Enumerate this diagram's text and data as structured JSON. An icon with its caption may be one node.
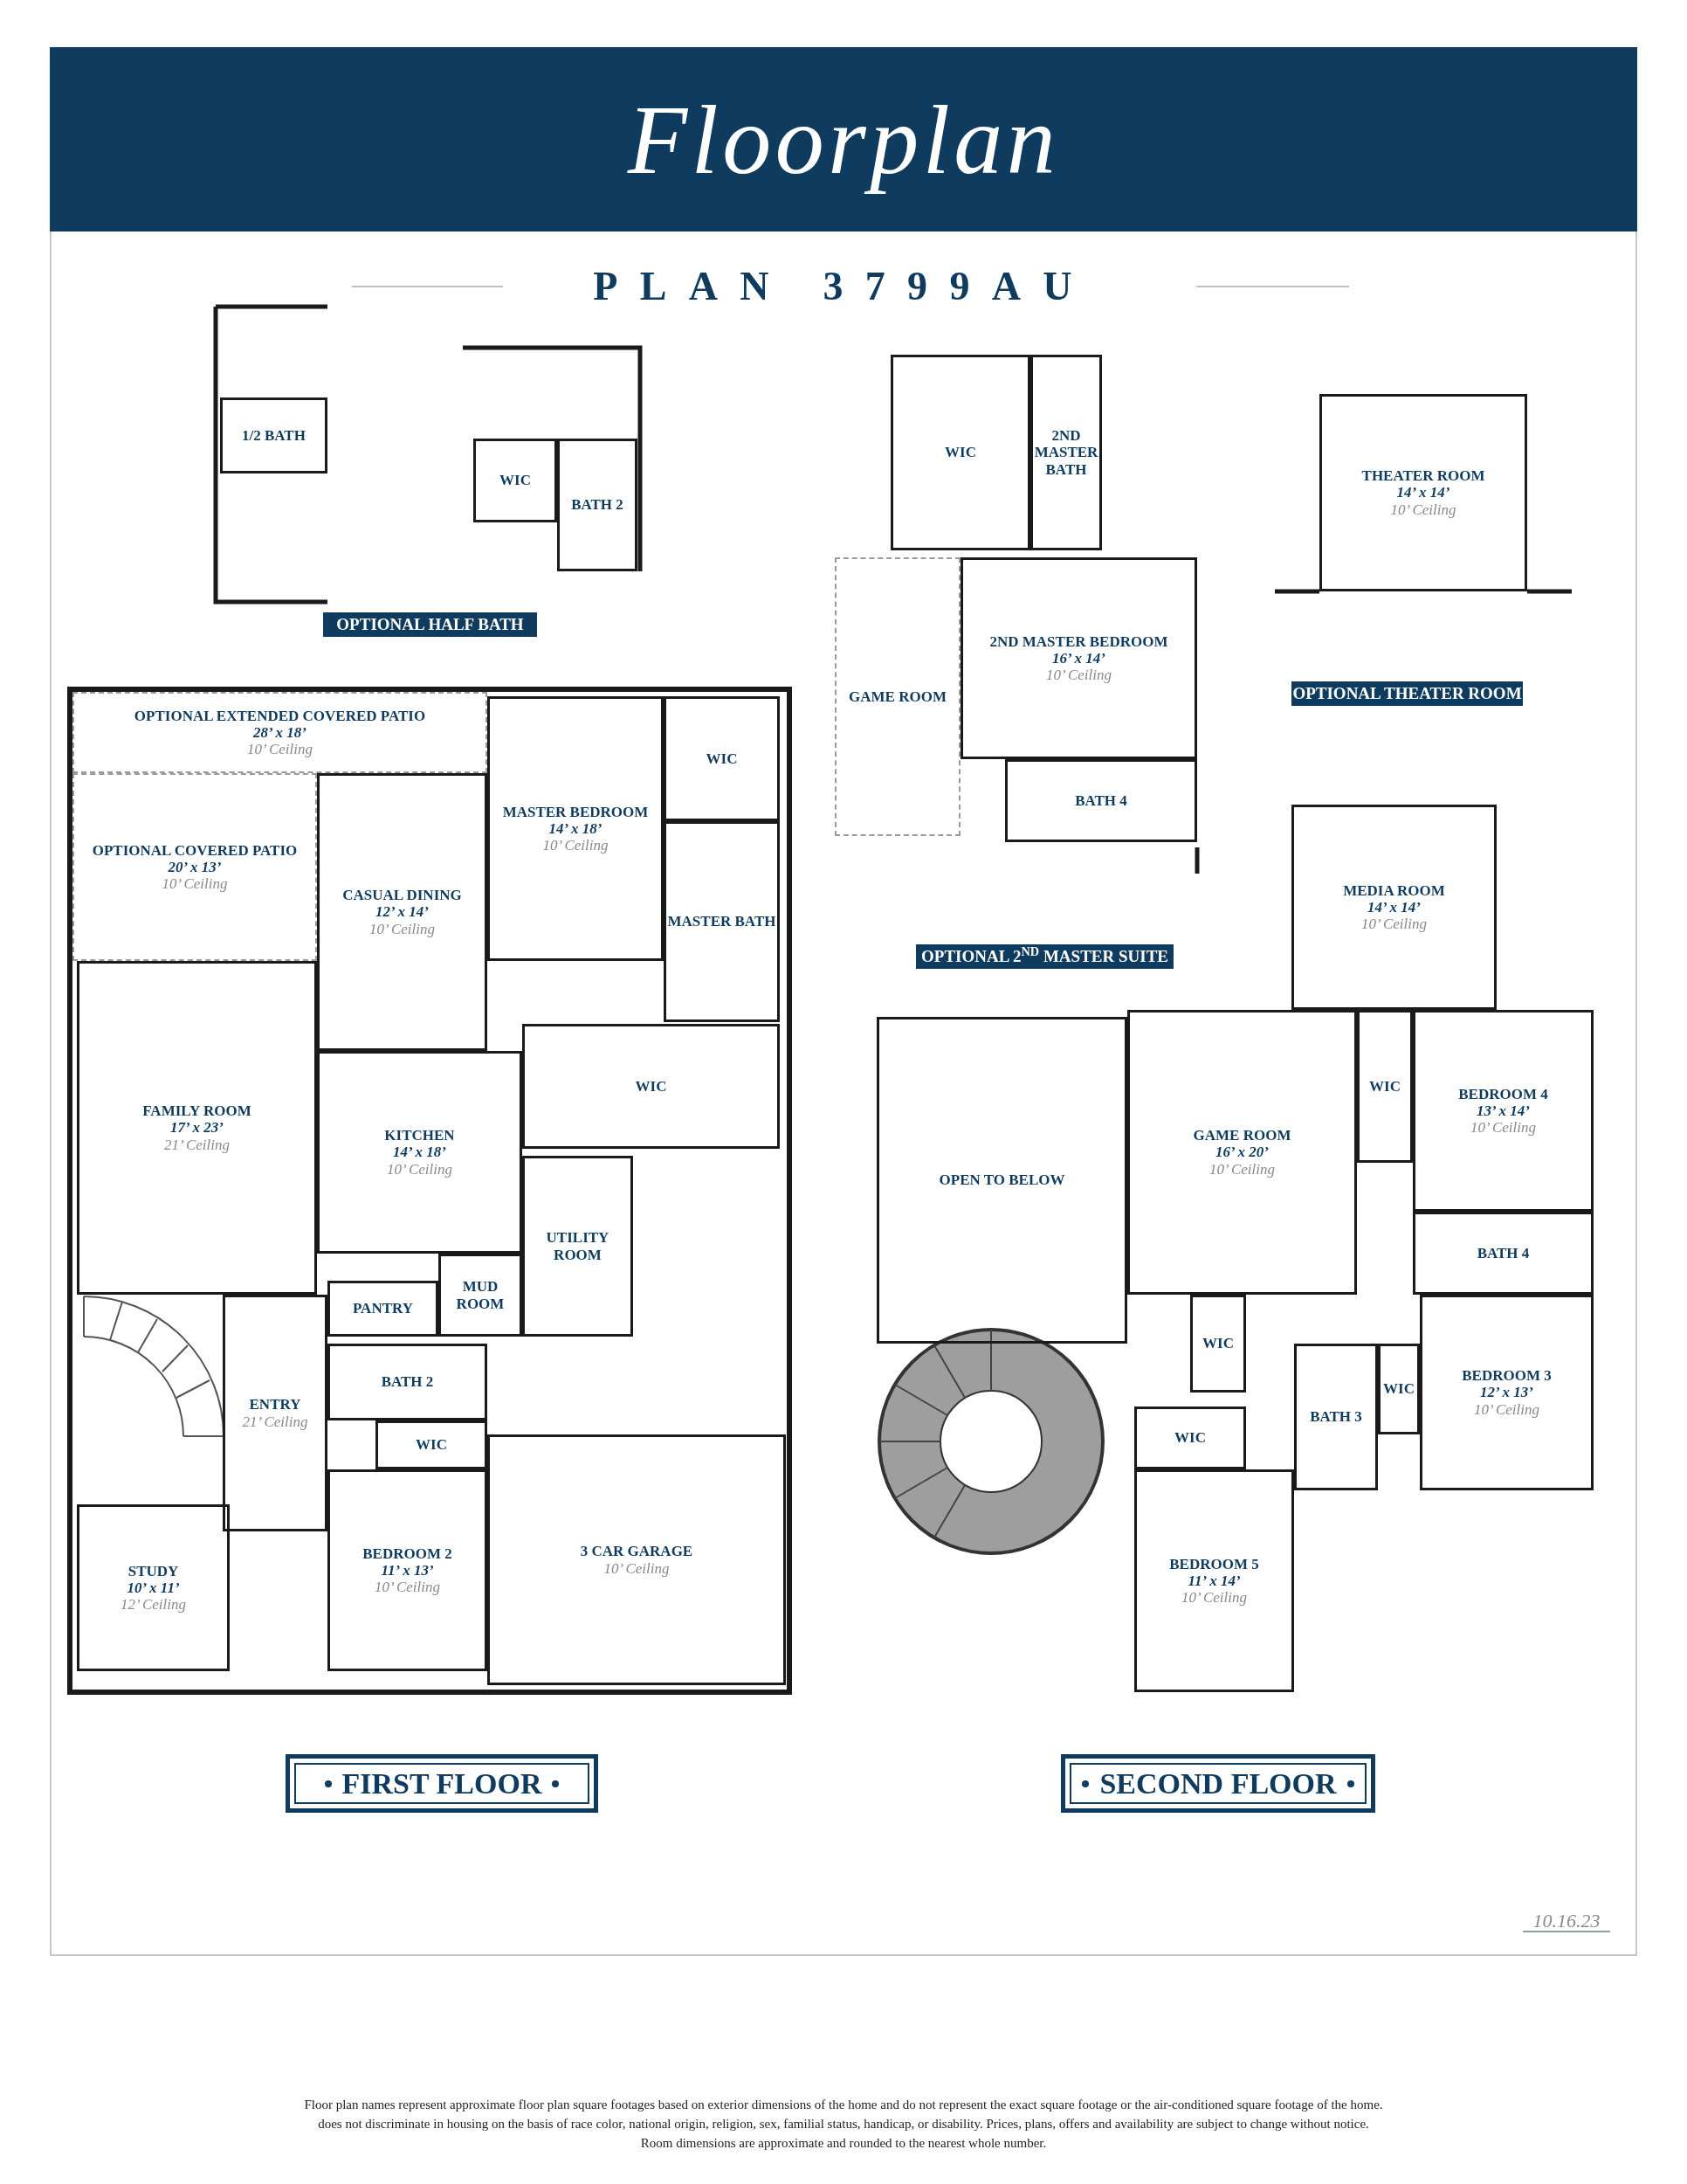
{
  "diagram": {
    "title": "Floorplan",
    "nodes": [
      {
        "text": [
          "1/2 BATH"
        ]
      },
      {
        "text": [
          "WIC"
        ]
      },
      {
        "text": [
          "BATH 2"
        ]
      },
      {
        "text": [
          "WIC"
        ]
      },
      {
        "text": [
          "2ND MASTER BATH"
        ]
      },
      {
        "text": [
          "GAME ROOM"
        ]
      },
      {
        "text": [
          "2ND MASTER BEDROOM",
          "16’ x 14’",
          "10’ Ceiling"
        ]
      },
      {
        "text": [
          "BATH 4"
        ]
      },
      {
        "text": [
          "THEATER ROOM",
          "14’ x 14’",
          "10’ Ceiling"
        ]
      },
      {
        "text": [
          "OPTIONAL EXTENDED COVERED PATIO",
          "28’ x 18’",
          "10’ Ceiling"
        ]
      },
      {
        "text": [
          "MASTER BEDROOM",
          "14’ x 18’",
          "10’ Ceiling"
        ]
      },
      {
        "text": [
          "WIC"
        ]
      },
      {
        "text": [
          "OPTIONAL COVERED PATIO",
          "20’ x 13’",
          "10’ Ceiling"
        ]
      },
      {
        "text": [
          "CASUAL DINING",
          "12’ x 14’",
          "10’ Ceiling"
        ]
      },
      {
        "text": [
          "MASTER BATH"
        ]
      },
      {
        "text": [
          "FAMILY ROOM",
          "17’ x 23’",
          "21’ Ceiling"
        ]
      },
      {
        "text": [
          "WIC"
        ]
      },
      {
        "text": [
          "KITCHEN",
          "14’ x 18’",
          "10’ Ceiling"
        ]
      },
      {
        "text": [
          "UTILITY ROOM"
        ]
      },
      {
        "text": [
          "PANTRY"
        ]
      },
      {
        "text": [
          "MUD ROOM"
        ]
      },
      {
        "text": [
          "BATH 2"
        ]
      },
      {
        "text": [
          "WIC"
        ]
      },
      {
        "text": [
          "ENTRY",
          "21’ Ceiling"
        ]
      },
      {
        "text": [
          "3 CAR GARAGE",
          "10’ Ceiling"
        ]
      },
      {
        "text": [
          "STUDY",
          "10’ x 11’",
          "12’ Ceiling"
        ]
      },
      {
        "text": [
          "BEDROOM 2",
          "11’ x 13’",
          "10’ Ceiling"
        ]
      },
      {
        "text": [
          "MEDIA ROOM",
          "14’ x 14’",
          "10’ Ceiling"
        ]
      },
      {
        "text": [
          "BEDROOM 4",
          "13’ x 14’",
          "10’ Ceiling"
        ]
      },
      {
        "text": [
          "WIC"
        ]
      },
      {
        "text": [
          "GAME ROOM",
          "16’ x 20’",
          "10’ Ceiling"
        ]
      },
      {
        "text": [
          "OPEN TO BELOW"
        ]
      },
      {
        "text": [
          "BATH 4"
        ]
      },
      {
        "text": [
          "WIC"
        ]
      },
      {
        "text": [
          "BEDROOM 3",
          "12’ x 13’",
          "10’ Ceiling"
        ]
      },
      {
        "text": [
          "WIC"
        ]
      },
      {
        "text": [
          "WIC"
        ]
      },
      {
        "text": [
          "BATH 3"
        ]
      },
      {
        "text": [
          "BEDROOM 5",
          "11’ x 14’",
          "10’ Ceiling"
        ]
      }
    ],
    "labels": [
      "PLAN 3799AU",
      "OPTIONAL HALF BATH",
      "OPTIONAL 2$^{ND}$ MASTER SUITE",
      "OPTIONAL THEATER ROOM",
      "FIRST FLOOR",
      "SECOND FLOOR",
      "10.16.23",
      "Floor plan names represent approximate floor plan square footages based on exterior dimensions of the home and do not represent the exact square footage or the air-conditioned square footage of the home.",
      "does not discriminate in housing on the basis of race color, national origin, religion, sex, familial status, handicap, or disability.  Prices, plans, offers and availability are subject to change without notice.",
      "Room dimensions are approximate and rounded to the nearest whole number."
    ]
  }
}
